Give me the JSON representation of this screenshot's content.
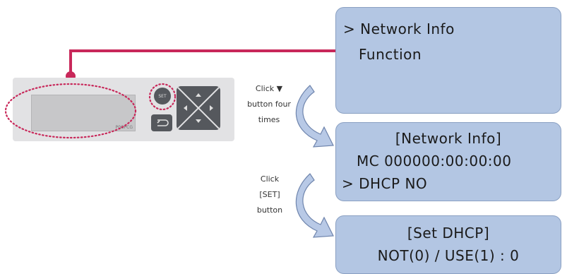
{
  "device": {
    "model_label": "P0GPCG",
    "set_label": "SET"
  },
  "screens": [
    {
      "lines": [
        "> Network Info",
        "Function"
      ]
    },
    {
      "lines": [
        "[Network Info]",
        "MC 000000:00:00:00",
        "> DHCP NO"
      ]
    },
    {
      "lines": [
        "[Set DHCP]",
        "NOT(0) / USE(1) : 0"
      ]
    }
  ],
  "instructions": [
    {
      "line1": "Click ▼",
      "line2": "button four",
      "line3": "times"
    },
    {
      "line1": "Click",
      "line2": "[SET]",
      "line3": "button"
    }
  ],
  "colors": {
    "connector": "#c8285a",
    "screen_fill": "#b3c6e3",
    "arrow_fill": "#b8c9e6",
    "arrow_stroke": "#6f85ad"
  }
}
